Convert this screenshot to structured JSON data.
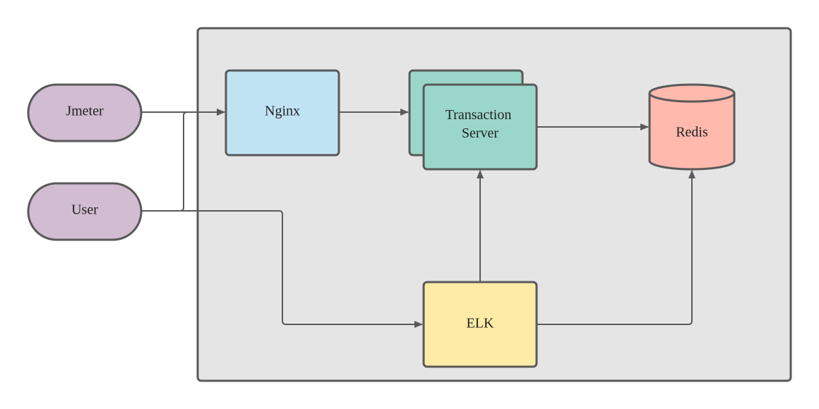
{
  "nodes": {
    "jmeter": {
      "label": "Jmeter"
    },
    "user": {
      "label": "User"
    },
    "nginx": {
      "label": "Nginx"
    },
    "transaction_server": {
      "label_line1": "Transaction",
      "label_line2": "Server"
    },
    "redis": {
      "label": "Redis"
    },
    "elk": {
      "label": "ELK"
    }
  },
  "edges": [
    {
      "from": "Jmeter",
      "to": "Nginx"
    },
    {
      "from": "User",
      "to": "Nginx"
    },
    {
      "from": "User",
      "to": "ELK"
    },
    {
      "from": "Nginx",
      "to": "Transaction Server"
    },
    {
      "from": "Transaction Server",
      "to": "Redis"
    },
    {
      "from": "ELK",
      "to": "Transaction Server"
    },
    {
      "from": "ELK",
      "to": "Redis"
    }
  ],
  "colors": {
    "container_fill": "#e5e5e5",
    "actor_fill": "#d1bcd1",
    "nginx_fill": "#c0e3f4",
    "server_fill": "#9bd6ca",
    "redis_fill": "#ffb9ad",
    "elk_fill": "#fdeba6",
    "stroke": "#595959"
  }
}
